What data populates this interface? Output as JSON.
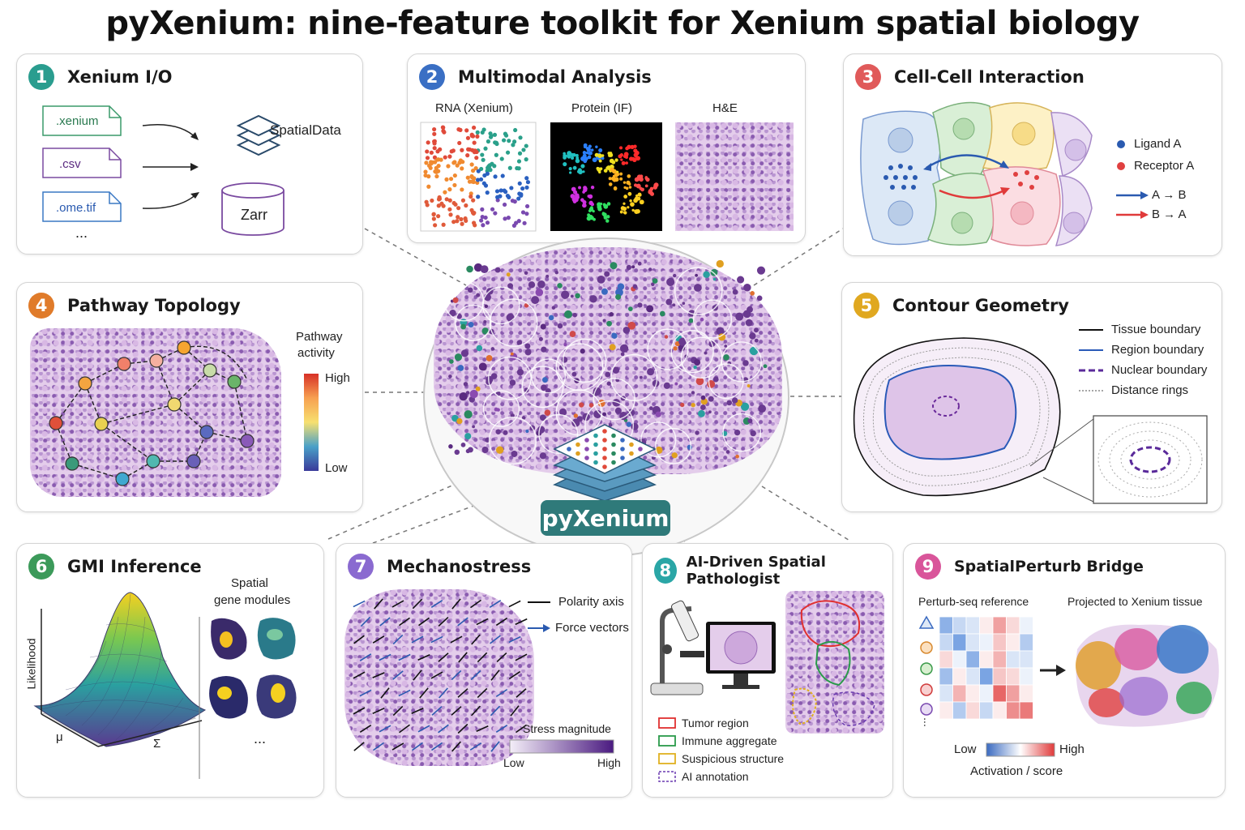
{
  "title": "pyXenium: nine-feature toolkit for Xenium spatial biology",
  "center": {
    "label": "pyXenium"
  },
  "colors": {
    "p1": "#2a9d8f",
    "p2": "#3a6fc4",
    "p3": "#e05a5a",
    "p4": "#e07b2a",
    "p5": "#e0a820",
    "p6": "#3c9a5a",
    "p7": "#8a6ad0",
    "p8": "#2aa6a6",
    "p9": "#d9559a"
  },
  "panel1": {
    "num": "1",
    "title": "Xenium I/O",
    "files": [
      ".xenium",
      ".csv",
      ".ome.tif"
    ],
    "more": "...",
    "out1": "SpatialData",
    "out2": "Zarr"
  },
  "panel2": {
    "num": "2",
    "title": "Multimodal Analysis",
    "mods": [
      "RNA (Xenium)",
      "Protein (IF)",
      "H&E"
    ]
  },
  "panel3": {
    "num": "3",
    "title": "Cell-Cell Interaction",
    "legend": [
      "Ligand A",
      "Receptor A",
      "A → B",
      "B → A"
    ]
  },
  "panel4": {
    "num": "4",
    "title": "Pathway Topology",
    "scale_title": [
      "Pathway",
      "activity"
    ],
    "high": "High",
    "low": "Low"
  },
  "panel5": {
    "num": "5",
    "title": "Contour Geometry",
    "legend": [
      "Tissue boundary",
      "Region boundary",
      "Nuclear boundary",
      "Distance rings"
    ]
  },
  "panel6": {
    "num": "6",
    "title": "GMI Inference",
    "ylabel": "Likelihood",
    "mu": "μ",
    "sigma": "Σ",
    "modules": [
      "Spatial",
      "gene modules"
    ],
    "more": "..."
  },
  "panel7": {
    "num": "7",
    "title": "Mechanostress",
    "legend": [
      "Polarity axis",
      "Force vectors"
    ],
    "scale_title": "Stress magnitude",
    "low": "Low",
    "high": "High"
  },
  "panel8": {
    "num": "8",
    "title": "AI-Driven Spatial Pathologist",
    "legend": [
      "Tumor region",
      "Immune aggregate",
      "Suspicious structure",
      "AI annotation"
    ]
  },
  "panel9": {
    "num": "9",
    "title": "SpatialPerturb Bridge",
    "left_title": "Perturb-seq reference",
    "right_title": "Projected to Xenium tissue",
    "low": "Low",
    "high": "High",
    "scale_title": "Activation / score",
    "more": "..."
  }
}
